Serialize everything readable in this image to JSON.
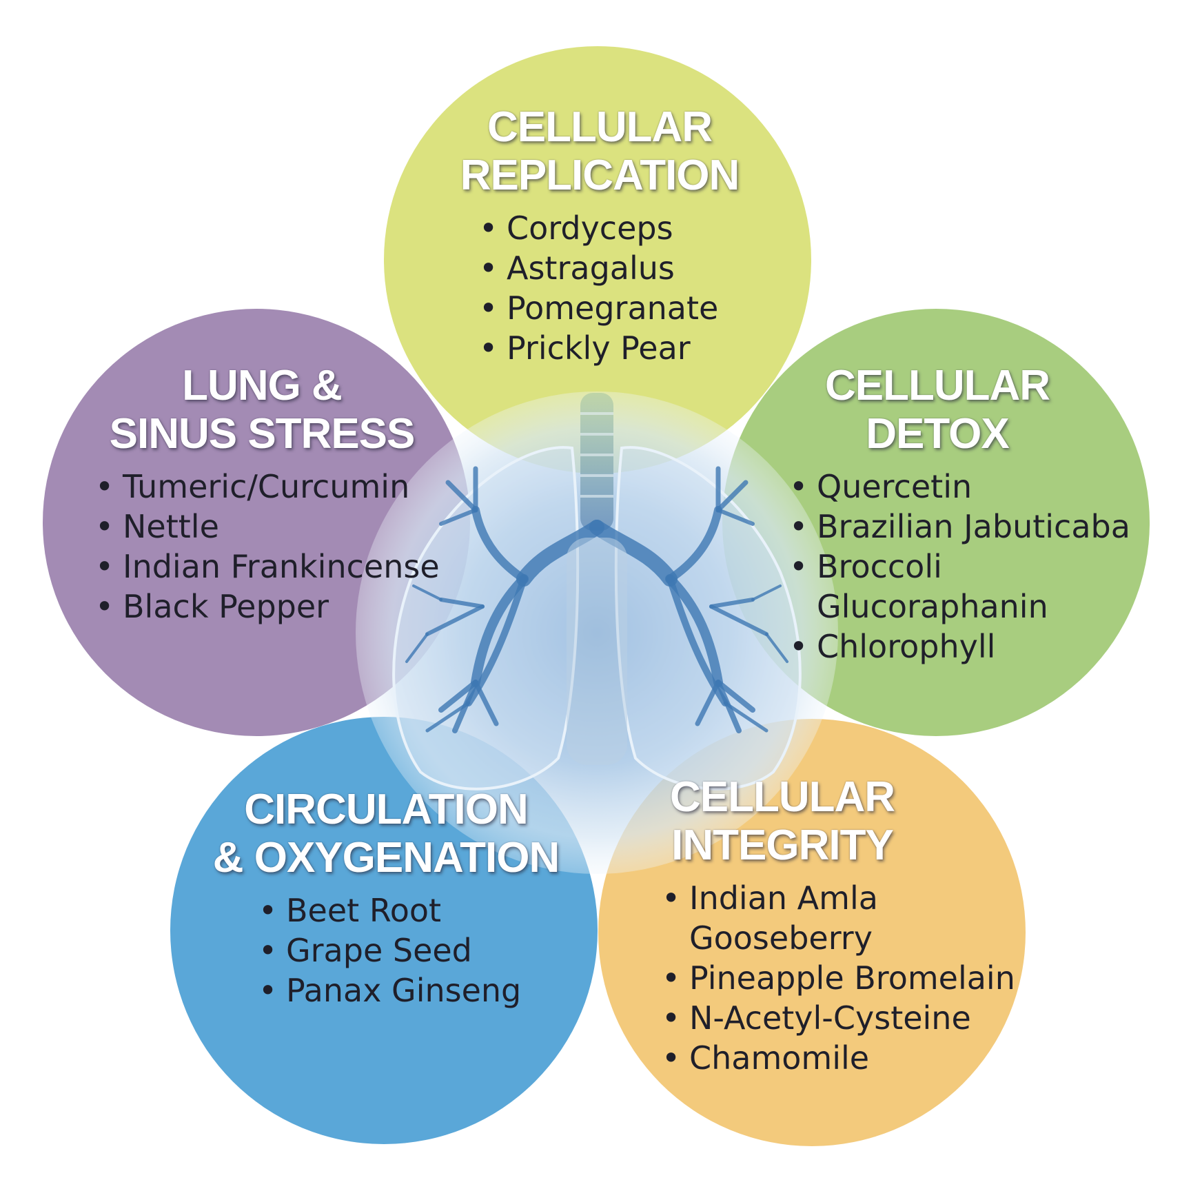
{
  "colors": {
    "top": "#dbe27f",
    "left": "#a38bb4",
    "right": "#a8cd7f",
    "bottom_left": "#5aa7d8",
    "bottom_right": "#f3ca7c",
    "lungs_center": "#8fb7dd"
  },
  "center_image": "lungs-icon",
  "sections": {
    "top": {
      "title_line1": "CELLULAR",
      "title_line2": "REPLICATION",
      "items": [
        "Cordyceps",
        "Astragalus",
        "Pomegranate",
        "Prickly Pear"
      ]
    },
    "left": {
      "title_line1": "LUNG &",
      "title_line2": "SINUS STRESS",
      "items": [
        "Tumeric/Curcumin",
        "Nettle",
        "Indian Frankincense",
        "Black Pepper"
      ]
    },
    "right": {
      "title_line1": "CELLULAR",
      "title_line2": "DETOX",
      "items": [
        "Quercetin",
        "Brazilian Jabuticaba",
        "Broccoli",
        "Glucoraphanin",
        "Chlorophyll"
      ]
    },
    "bottom_left": {
      "title_line1": "CIRCULATION",
      "title_line2": "& OXYGENATION",
      "items": [
        "Beet Root",
        "Grape Seed",
        "Panax Ginseng"
      ]
    },
    "bottom_right": {
      "title_line1": "CELLULAR",
      "title_line2": "INTEGRITY",
      "items": [
        "Indian Amla",
        "Gooseberry",
        "Pineapple Bromelain",
        "N-Acetyl-Cysteine",
        "Chamomile"
      ]
    }
  }
}
